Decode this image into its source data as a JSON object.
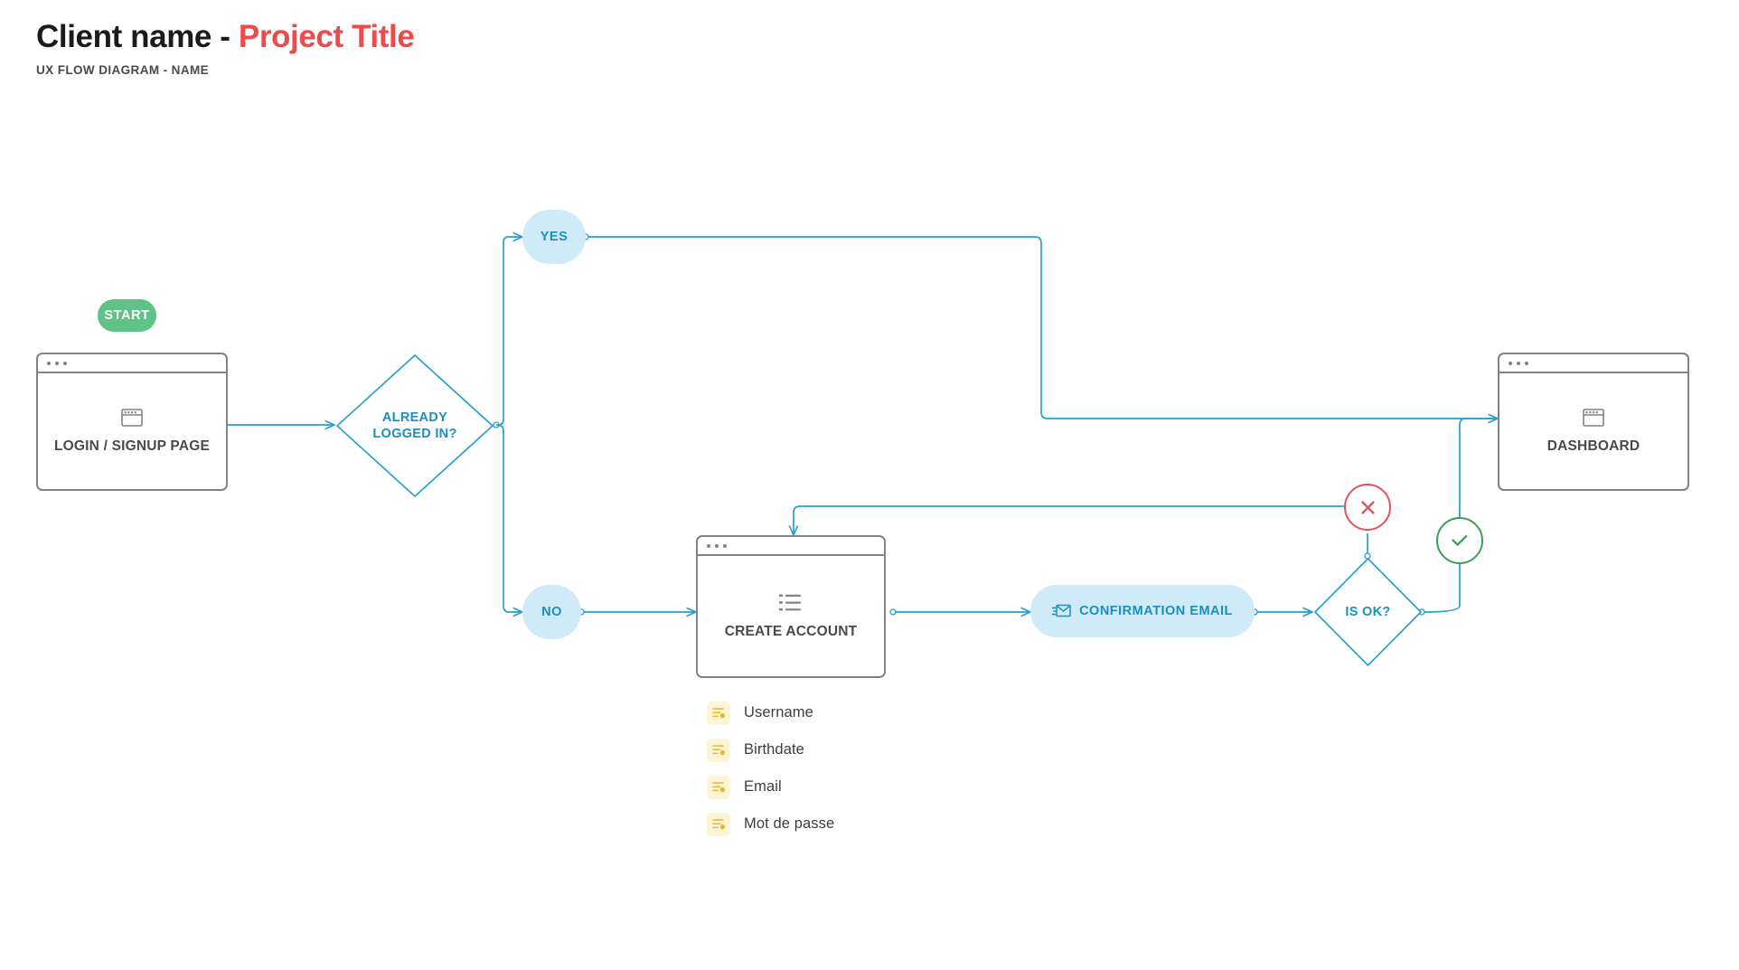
{
  "header": {
    "client_name": "Client name",
    "separator": " - ",
    "project_title": "Project Title",
    "subtitle": "UX FLOW DIAGRAM - NAME"
  },
  "colors": {
    "accent_red": "#ef4a4a",
    "flow_blue": "#2a9fd0",
    "pill_blue_bg": "#cfeaf8",
    "pill_blue_text": "#1a8fc1",
    "start_green": "#5fc287",
    "error_red": "#e8505b",
    "success_green": "#3a9e55",
    "card_gray": "#808285",
    "label_gray": "#4a4a4a",
    "field_chip_bg": "#fdf4d6",
    "field_icon": "#e8b92b"
  },
  "nodes": {
    "start": {
      "label": "START",
      "icon": "start-badge"
    },
    "login_page": {
      "label": "LOGIN / SIGNUP PAGE",
      "icon": "browser-window-icon"
    },
    "already_logged_in": {
      "label": "ALREADY\nLOGGED IN?",
      "icon": "decision-diamond"
    },
    "yes_branch": {
      "label": "YES"
    },
    "no_branch": {
      "label": "NO"
    },
    "create_account": {
      "label": "CREATE ACCOUNT",
      "icon": "list-icon"
    },
    "confirmation_email": {
      "label": "CONFIRMATION EMAIL",
      "icon": "email-send-icon"
    },
    "is_ok": {
      "label": "IS OK?",
      "icon": "decision-diamond"
    },
    "error_badge": {
      "icon": "x-circle-icon",
      "meaning": "failure"
    },
    "success_badge": {
      "icon": "check-circle-icon",
      "meaning": "success"
    },
    "dashboard": {
      "label": "DASHBOARD",
      "icon": "browser-window-icon"
    }
  },
  "form_fields": [
    {
      "label": "Username",
      "icon": "form-field-icon"
    },
    {
      "label": "Birthdate",
      "icon": "form-field-icon"
    },
    {
      "label": "Email",
      "icon": "form-field-icon"
    },
    {
      "label": "Mot de passe",
      "icon": "form-field-icon"
    }
  ]
}
